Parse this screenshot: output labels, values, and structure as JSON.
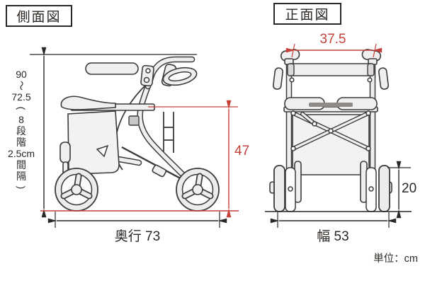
{
  "colors": {
    "dimension_red": "#c5403a",
    "line_dark": "#2b2724"
  },
  "unit_label": "単位：cm",
  "side_view": {
    "title": "側面図",
    "height_range_parts": [
      "90",
      "〜",
      "72.5",
      "(",
      "8",
      "段",
      "階",
      "2.5cm",
      "間",
      "隔",
      ")"
    ],
    "seat_height": "47",
    "depth_label": "奥行 73"
  },
  "front_view": {
    "title": "正面図",
    "handle_width": "37.5",
    "wheel_height": "20",
    "width_label": "幅 53"
  }
}
